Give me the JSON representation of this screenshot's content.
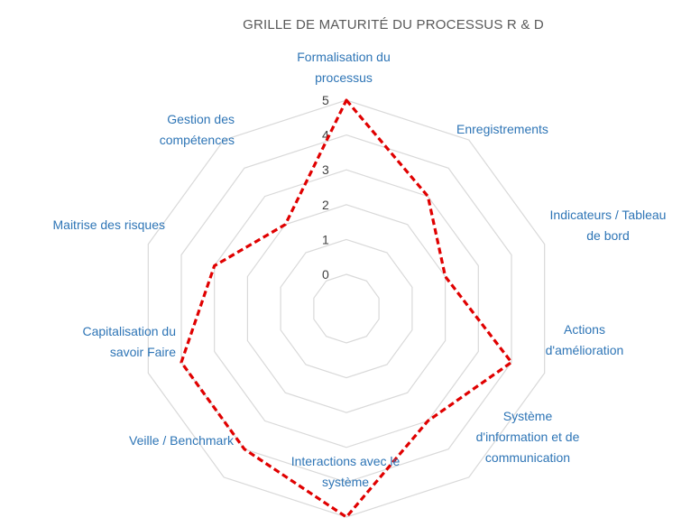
{
  "chart_data": {
    "type": "radar",
    "title": "GRILLE DE MATURITÉ DU PROCESSUS R & D",
    "categories": [
      [
        "Formalisation du",
        "processus"
      ],
      [
        "Enregistrements"
      ],
      [
        "Indicateurs / Tableau",
        "de bord"
      ],
      [
        "Actions",
        "d'amélioration"
      ],
      [
        "Système",
        "d'information et de",
        "communication"
      ],
      [
        "Interactions avec le",
        "système"
      ],
      [
        "Veille /  Benchmark"
      ],
      [
        "Capitalisation du",
        "savoir Faire"
      ],
      [
        "Maitrise des risques"
      ],
      [
        "Gestion des",
        "compétences"
      ]
    ],
    "series": [
      {
        "values": [
          5,
          3,
          2,
          4,
          3,
          5,
          4,
          4,
          3,
          2
        ]
      }
    ],
    "rlim": [
      0,
      5
    ],
    "ticks": [
      0,
      1,
      2,
      3,
      4,
      5
    ],
    "grid": true,
    "legend": "none",
    "colors": {
      "series": "#E00000",
      "grid": "#D9D9D9",
      "labels": "#2E75B6",
      "title": "#595959",
      "ticks": "#404040"
    }
  }
}
